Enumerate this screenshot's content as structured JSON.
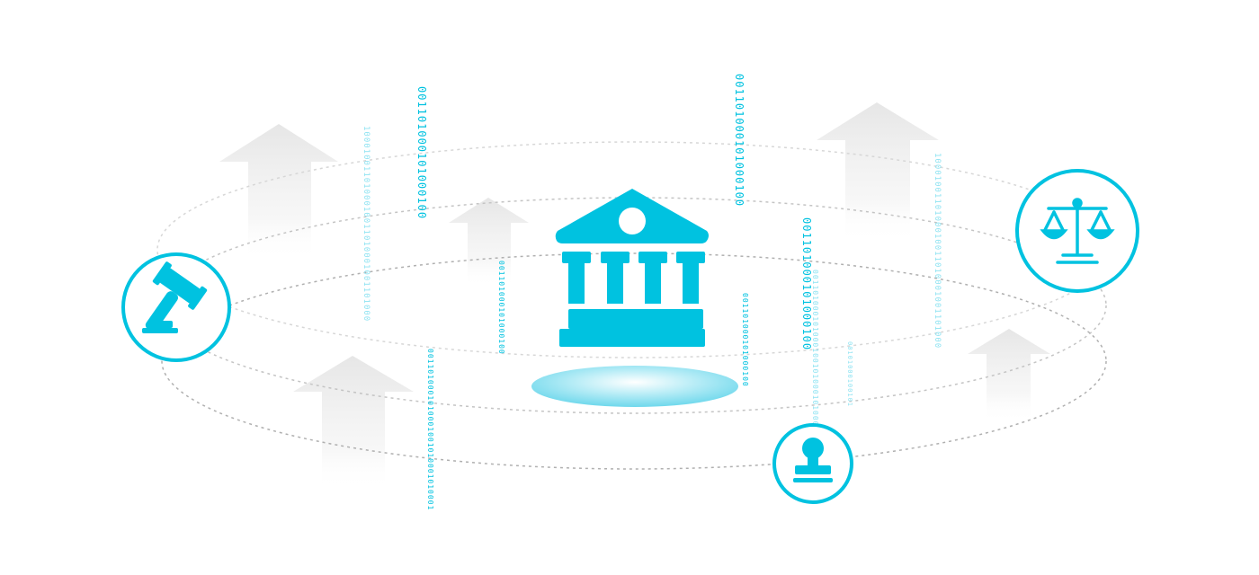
{
  "colors": {
    "accent": "#00c2e0",
    "accent_light": "#8fe3f2",
    "orbit": "#b8b8b8",
    "arrow": "#ebebeb",
    "background": "#ffffff"
  },
  "icons": {
    "center": "bank-building-icon",
    "left": "judge-gavel-icon",
    "right": "justice-scales-icon",
    "bottom": "official-stamp-icon",
    "background": "up-arrow-icon"
  },
  "binary_streams": [
    {
      "text": "001101000101000100"
    },
    {
      "text": "001101000101000100"
    },
    {
      "text": "001101000101000100"
    },
    {
      "text": "1000100110100010011010001001101000"
    },
    {
      "text": "0011010001010001001010001010001"
    },
    {
      "text": "001101000101000100"
    },
    {
      "text": "001101000101000100"
    },
    {
      "text": "0011010001010001001010001010001"
    },
    {
      "text": "1000100110100010011010001001101000"
    },
    {
      "text": "00101000100101"
    }
  ]
}
